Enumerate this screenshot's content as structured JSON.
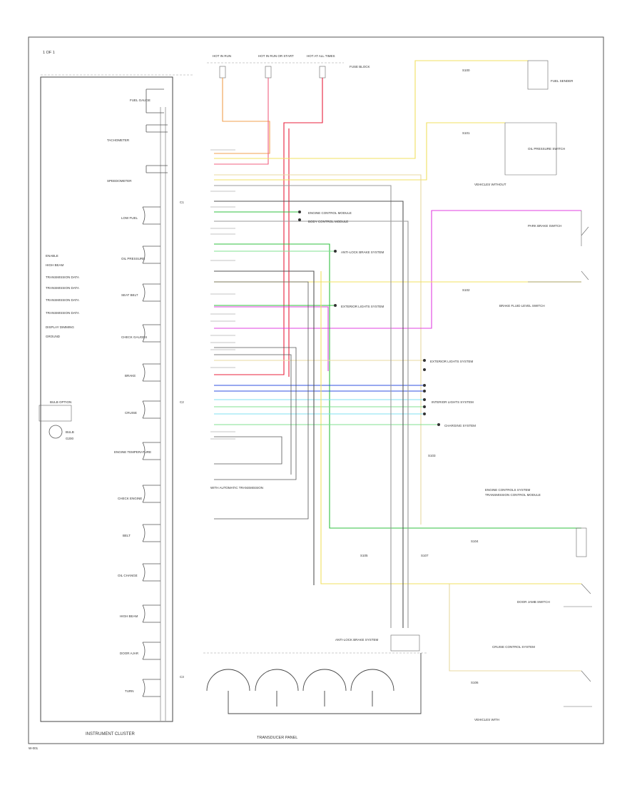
{
  "header": {
    "section_title": "1 OF 1"
  },
  "power": {
    "fuse1": "HOT IN RUN",
    "fuse2": "HOT IN RUN OR START",
    "fuse3": "HOT AT ALL TIMES",
    "fuse_block": "FUSE BLOCK"
  },
  "instrument_cluster": {
    "title": "INSTRUMENT CLUSTER",
    "items": [
      "FUEL GAUGE",
      "TACHOMETER",
      "SPEEDOMETER",
      "LOW FUEL",
      "OIL PRESSURE",
      "SEAT BELT",
      "CHECK GAUGES",
      "BRAKE",
      "CRUISE",
      "ENGINE TEMPERATURE",
      "CHECK ENGINE",
      "BELT",
      "OIL CHANGE",
      "HIGH BEAM",
      "DOOR AJAR",
      "TURN"
    ]
  },
  "legend": {
    "items": [
      "ENABLE",
      "HIGH BEAM",
      "TRANSMISSION DATA",
      "TRANSMISSION DATA",
      "TRANSMISSION DATA",
      "TRANSMISSION DATA",
      "DISPLAY DIMMING",
      "GROUND"
    ]
  },
  "left_side": {
    "bulb_option": "BULB OPTION",
    "bulb_label": "BULB",
    "ground_label": "G200"
  },
  "connectors": {
    "c1": "C1",
    "c2": "C2",
    "c3": "C3"
  },
  "modules": {
    "engine_control": "ENGINE CONTROL MODULE",
    "body_control": "BODY CONTROL MODULE",
    "anti_lock": "ANTI-LOCK BRAKE SYSTEM",
    "exterior_lights": "EXTERIOR LIGHTS SYSTEM",
    "ext_light_system2": "EXTERIOR LIGHTS SYSTEM",
    "interior_lights": "INTERIOR LIGHTS SYSTEM",
    "charging": "CHARGING SYSTEM",
    "engine_controls": "ENGINE CONTROLS SYSTEM",
    "transmission": "TRANSMISSION CONTROL MODULE",
    "cruise_control": "CRUISE CONTROL SYSTEM",
    "anti_lock_brake2": "ANTI-LOCK BRAKE SYSTEM",
    "fuel_sender": "FUEL SENDER",
    "oil_pressure": "OIL PRESSURE SWITCH",
    "park_brake": "PARK BRAKE SWITCH",
    "fluid_level": "BRAKE FLUID LEVEL SWITCH",
    "door_switch": "DOOR JAMB SWITCH"
  },
  "splices": {
    "s1": "S100",
    "s2": "S101",
    "s3": "S102",
    "s4": "S103",
    "s5": "S104",
    "s6": "S105",
    "s7": "S106",
    "s8": "S107"
  },
  "footer": {
    "transducer_title": "TRANSDUCER PANEL",
    "figure_id": "W-001"
  },
  "notes": {
    "note1": "VEHICLES WITHOUT",
    "note2": "VEHICLES WITH",
    "note3": "WITH AUTOMATIC TRANSMISSION"
  },
  "wire_colors": {
    "orange": "#f0a050",
    "pink": "#f06080",
    "red": "#e8203c",
    "yellow": "#f0e060",
    "tan": "#e8d8a0",
    "magenta": "#e040e0",
    "green": "#30c040",
    "lightgreen": "#80e090",
    "blue": "#3050e0",
    "cyan": "#80e0f0",
    "gray": "#999999",
    "darkgray": "#555555"
  }
}
